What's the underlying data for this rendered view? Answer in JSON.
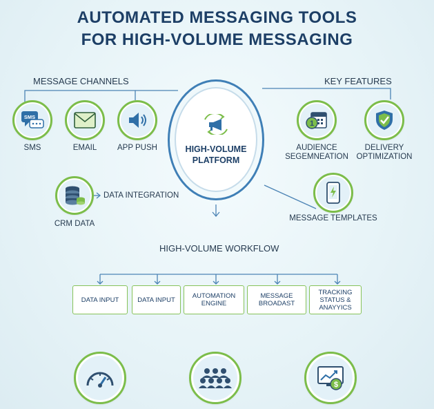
{
  "title": {
    "line1": "AUTOMATED MESSAGING TOOLS",
    "line2": "FOR HIGH-VOLUME MESSAGING"
  },
  "channels": {
    "heading": "MESSAGE CHANNELS",
    "sms": "SMS",
    "sms_icon_text": "SMS",
    "email": "EMAIL",
    "app_push": "APP PUSH"
  },
  "crm": {
    "label": "CRM DATA",
    "integration": "DATA INTEGRATION"
  },
  "hub": {
    "line1": "HIGH-VOLUME",
    "line2": "PLATFORM"
  },
  "features": {
    "heading": "KEY FEATURES",
    "audience_line1": "AUDIENCE",
    "audience_line2": "SEGEMNEATION",
    "delivery_line1": "DELIVERY",
    "delivery_line2": "OPTIMIZATION",
    "templates": "MESSAGE TEMPLATES"
  },
  "workflow": {
    "heading": "HIGH-VOLUME WORKFLOW",
    "steps": [
      {
        "label": "DATA INPUT"
      },
      {
        "label": "DATA INPUT"
      },
      {
        "label": "AUTOMATION ENGINE"
      },
      {
        "label": "MESSAGE BROADAST"
      },
      {
        "label_line1": "TRACKING",
        "label_line2": "STATUS &",
        "label_line3": "ANAYYICS"
      }
    ]
  },
  "bottom_icons": [
    "speedometer-icon",
    "people-group-icon",
    "analytics-dollar-icon"
  ],
  "colors": {
    "title": "#1d3f66",
    "accent_green": "#7cbd4a",
    "accent_blue": "#3f7fb6",
    "background": "#e6f3f7"
  }
}
